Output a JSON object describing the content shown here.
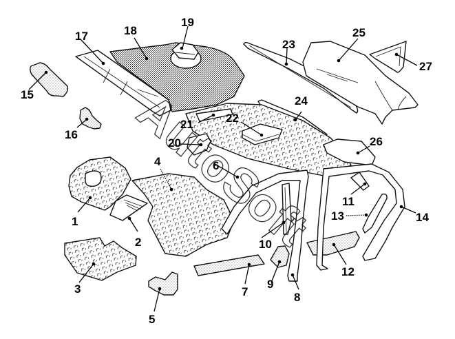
{
  "diagram": {
    "type": "exploded-parts-view",
    "subject": "vehicle interior trim / insulation parts",
    "watermark": "AutoSoft",
    "colors": {
      "line": "#111111",
      "background": "#ffffff"
    },
    "callouts": [
      {
        "id": "1",
        "label": "1"
      },
      {
        "id": "2",
        "label": "2"
      },
      {
        "id": "3",
        "label": "3"
      },
      {
        "id": "4",
        "label": "4"
      },
      {
        "id": "5",
        "label": "5"
      },
      {
        "id": "6",
        "label": "6"
      },
      {
        "id": "7",
        "label": "7"
      },
      {
        "id": "8",
        "label": "8"
      },
      {
        "id": "9",
        "label": "9"
      },
      {
        "id": "10",
        "label": "10"
      },
      {
        "id": "11",
        "label": "11"
      },
      {
        "id": "12",
        "label": "12"
      },
      {
        "id": "13",
        "label": "13"
      },
      {
        "id": "14",
        "label": "14"
      },
      {
        "id": "15",
        "label": "15"
      },
      {
        "id": "16",
        "label": "16"
      },
      {
        "id": "17",
        "label": "17"
      },
      {
        "id": "18",
        "label": "18"
      },
      {
        "id": "19",
        "label": "19"
      },
      {
        "id": "20",
        "label": "20"
      },
      {
        "id": "21",
        "label": "21"
      },
      {
        "id": "22",
        "label": "22"
      },
      {
        "id": "23",
        "label": "23"
      },
      {
        "id": "24",
        "label": "24"
      },
      {
        "id": "25",
        "label": "25"
      },
      {
        "id": "26",
        "label": "26"
      },
      {
        "id": "27",
        "label": "27"
      }
    ]
  }
}
